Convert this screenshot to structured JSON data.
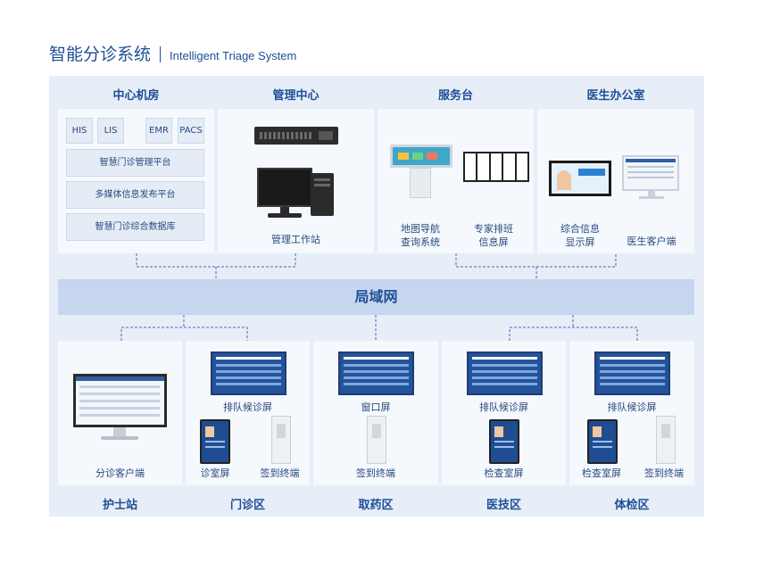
{
  "title": {
    "cn": "智能分诊系统",
    "en": "Intelligent Triage System"
  },
  "top_sections": [
    {
      "header": "中心机房"
    },
    {
      "header": "管理中心"
    },
    {
      "header": "服务台"
    },
    {
      "header": "医生办公室"
    }
  ],
  "center": {
    "tags": [
      "HIS",
      "LIS",
      "EMR",
      "PACS"
    ],
    "boxes": [
      "智慧门诊管理平台",
      "多媒体信息发布平台",
      "智慧门诊综合数据库"
    ]
  },
  "mgmt": {
    "label": "管理工作站"
  },
  "service": {
    "label1": "地图导航\n查询系统",
    "label2": "专家排班\n信息屏"
  },
  "doctor": {
    "label1": "综合信息\n显示屏",
    "label2": "医生客户端"
  },
  "network": {
    "label": "局域网"
  },
  "bottom_sections": [
    {
      "footer": "护士站",
      "label1": "分诊客户端"
    },
    {
      "footer": "门诊区",
      "top": "排队候诊屏",
      "label1": "诊室屏",
      "label2": "签到终端"
    },
    {
      "footer": "取药区",
      "top": "窗口屏",
      "label1": "签到终端"
    },
    {
      "footer": "医技区",
      "top": "排队候诊屏",
      "label1": "检查室屏"
    },
    {
      "footer": "体检区",
      "top": "排队候诊屏",
      "label1": "检查室屏",
      "label2": "签到终端"
    }
  ],
  "colors": {
    "accent": "#1f4e96",
    "panel_bg": "#e7eef8",
    "band": "#c6d6ef"
  }
}
